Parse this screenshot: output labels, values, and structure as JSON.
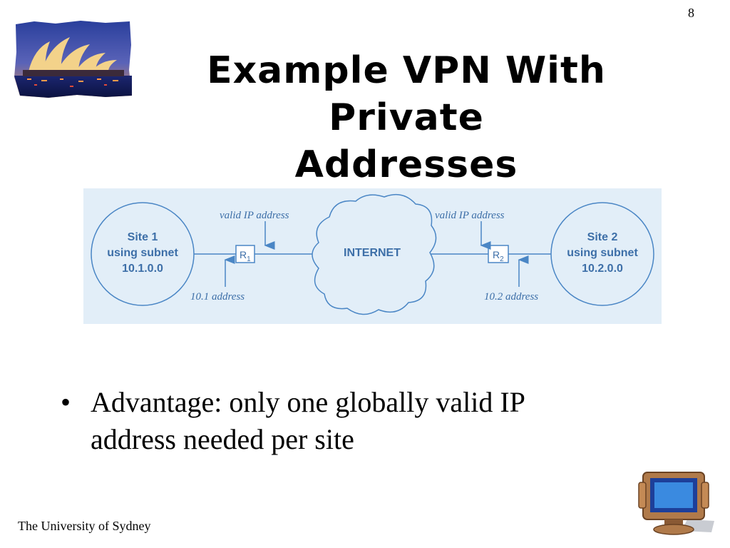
{
  "slide": {
    "page_number": "8",
    "title_line1": "Example VPN With Private",
    "title_line2": "Addresses",
    "footer": "The University of Sydney"
  },
  "diagram": {
    "site1": {
      "line1": "Site 1",
      "line2": "using subnet",
      "line3": "10.1.0.0"
    },
    "site2": {
      "line1": "Site 2",
      "line2": "using subnet",
      "line3": "10.2.0.0"
    },
    "cloud_label": "INTERNET",
    "router1": {
      "label": "R",
      "subscript": "1"
    },
    "router2": {
      "label": "R",
      "subscript": "2"
    },
    "valid_ip_left": "valid IP address",
    "valid_ip_right": "valid IP address",
    "addr_left": "10.1 address",
    "addr_right": "10.2 address",
    "colors": {
      "background": "#e2eef8",
      "stroke": "#4a86c5",
      "text": "#3d6fa8"
    }
  },
  "bullets": [
    {
      "text_line1": "Advantage: only one globally valid IP",
      "text_line2": "address needed per site"
    }
  ],
  "icons": [
    "sydney-opera-house-logo",
    "computer-monitor-icon"
  ]
}
